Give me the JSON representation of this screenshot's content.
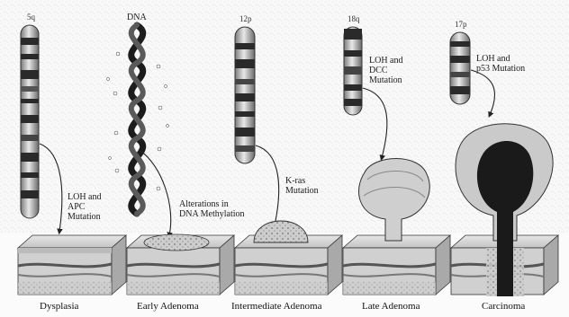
{
  "chromosome_bands": {
    "c5": "5q",
    "c12": "12p",
    "c18": "18q",
    "c17": "17p"
  },
  "dna_label": "DNA",
  "mutations": {
    "loh_apc": "LOH and\nAPC\nMutation",
    "methylation": "Alterations in\nDNA Methylation",
    "kras": "K-ras\nMutation",
    "loh_dcc": "LOH and\nDCC\nMutation",
    "loh_p53": "LOH and\np53 Mutation"
  },
  "stages": {
    "dysplasia": "Dysplasia",
    "early": "Early Adenoma",
    "intermediate": "Intermediate Adenoma",
    "late": "Late Adenoma",
    "carcinoma": "Carcinoma"
  },
  "colors": {
    "tissue_top": "#d7d7d7",
    "tissue_side": "#bdbdbd",
    "tumor": "#c9c9c9",
    "lumen": "#1a1a1a",
    "chromosome_band": "#2a2a2a"
  }
}
